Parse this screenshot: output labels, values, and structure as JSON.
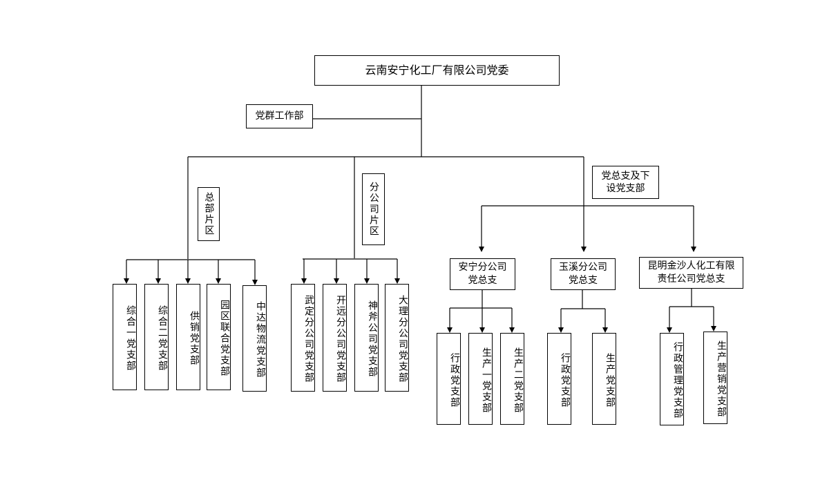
{
  "root": {
    "label": "云南安宁化工厂有限公司党委"
  },
  "side_unit": {
    "label": "党群工作部"
  },
  "sections": {
    "hq": {
      "label": "总部片区"
    },
    "branch": {
      "label": "分公司片区"
    },
    "general": {
      "label": "党总支及下设党支部"
    }
  },
  "hq_units": [
    {
      "label": "综合一党支部"
    },
    {
      "label": "综合二党支部"
    },
    {
      "label": "供销党支部"
    },
    {
      "label": "园区联合党支部"
    },
    {
      "label": "中达物流党支部"
    }
  ],
  "branch_units": [
    {
      "label": "武定分公司党支部"
    },
    {
      "label": "开远分公司党支部"
    },
    {
      "label": "神斧公司党支部"
    },
    {
      "label": "大理分公司党支部"
    }
  ],
  "general_branches": [
    {
      "label": "安宁分公司\n党总支",
      "subs": [
        {
          "label": "行政党支部"
        },
        {
          "label": "生产一党支部"
        },
        {
          "label": "生产二党支部"
        }
      ]
    },
    {
      "label": "玉溪分公司\n党总支",
      "subs": [
        {
          "label": "行政党支部"
        },
        {
          "label": "生产党支部"
        }
      ]
    },
    {
      "label": "昆明金沙人化工有限\n责任公司党总支",
      "subs": [
        {
          "label": "行政管理党支部"
        },
        {
          "label": "生产营销党支部"
        }
      ]
    }
  ]
}
